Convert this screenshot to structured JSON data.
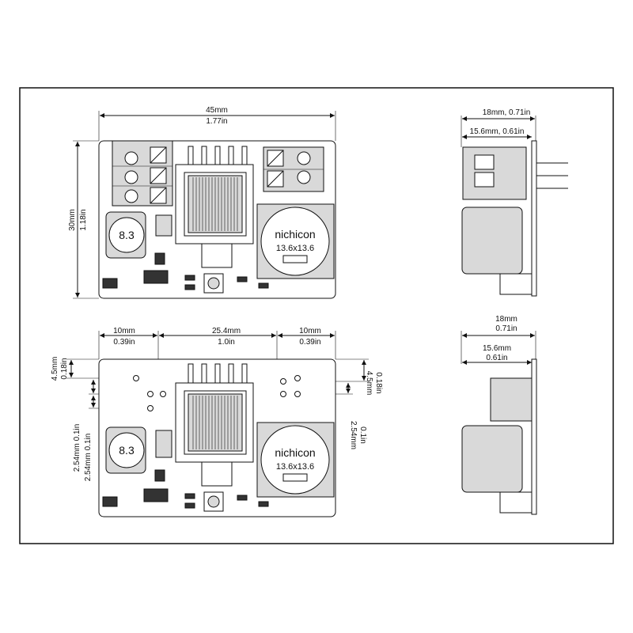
{
  "top_view": {
    "width_mm": "45mm",
    "width_in": "1.77in",
    "height_mm": "30mm",
    "height_in": "1.18in",
    "inductor_label": "8.3",
    "capacitor_brand": "nichicon",
    "capacitor_size": "13.6x13.6"
  },
  "side_view_top": {
    "dim1": "18mm, 0.71in",
    "dim2": "15.6mm, 0.61in"
  },
  "bottom_view": {
    "left_mm": "10mm",
    "left_in": "0.39in",
    "center_mm": "25.4mm",
    "center_in": "1.0in",
    "right_mm": "10mm",
    "right_in": "0.39in",
    "left_v_mm": "4.5mm",
    "left_v_in": "0.18in",
    "right_v_mm": "4.5mm",
    "right_v_in": "0.18in",
    "pitch_a": "2.54mm 0.1in",
    "pitch_b": "2.54mm 0.1in",
    "right_pitch_mm": "2.54mm",
    "right_pitch_in": "0.1in",
    "inductor_label": "8.3",
    "capacitor_brand": "nichicon",
    "capacitor_size": "13.6x13.6"
  },
  "side_view_bottom": {
    "dim1_mm": "18mm",
    "dim1_in": "0.71in",
    "dim2_mm": "15.6mm",
    "dim2_in": "0.61in"
  }
}
